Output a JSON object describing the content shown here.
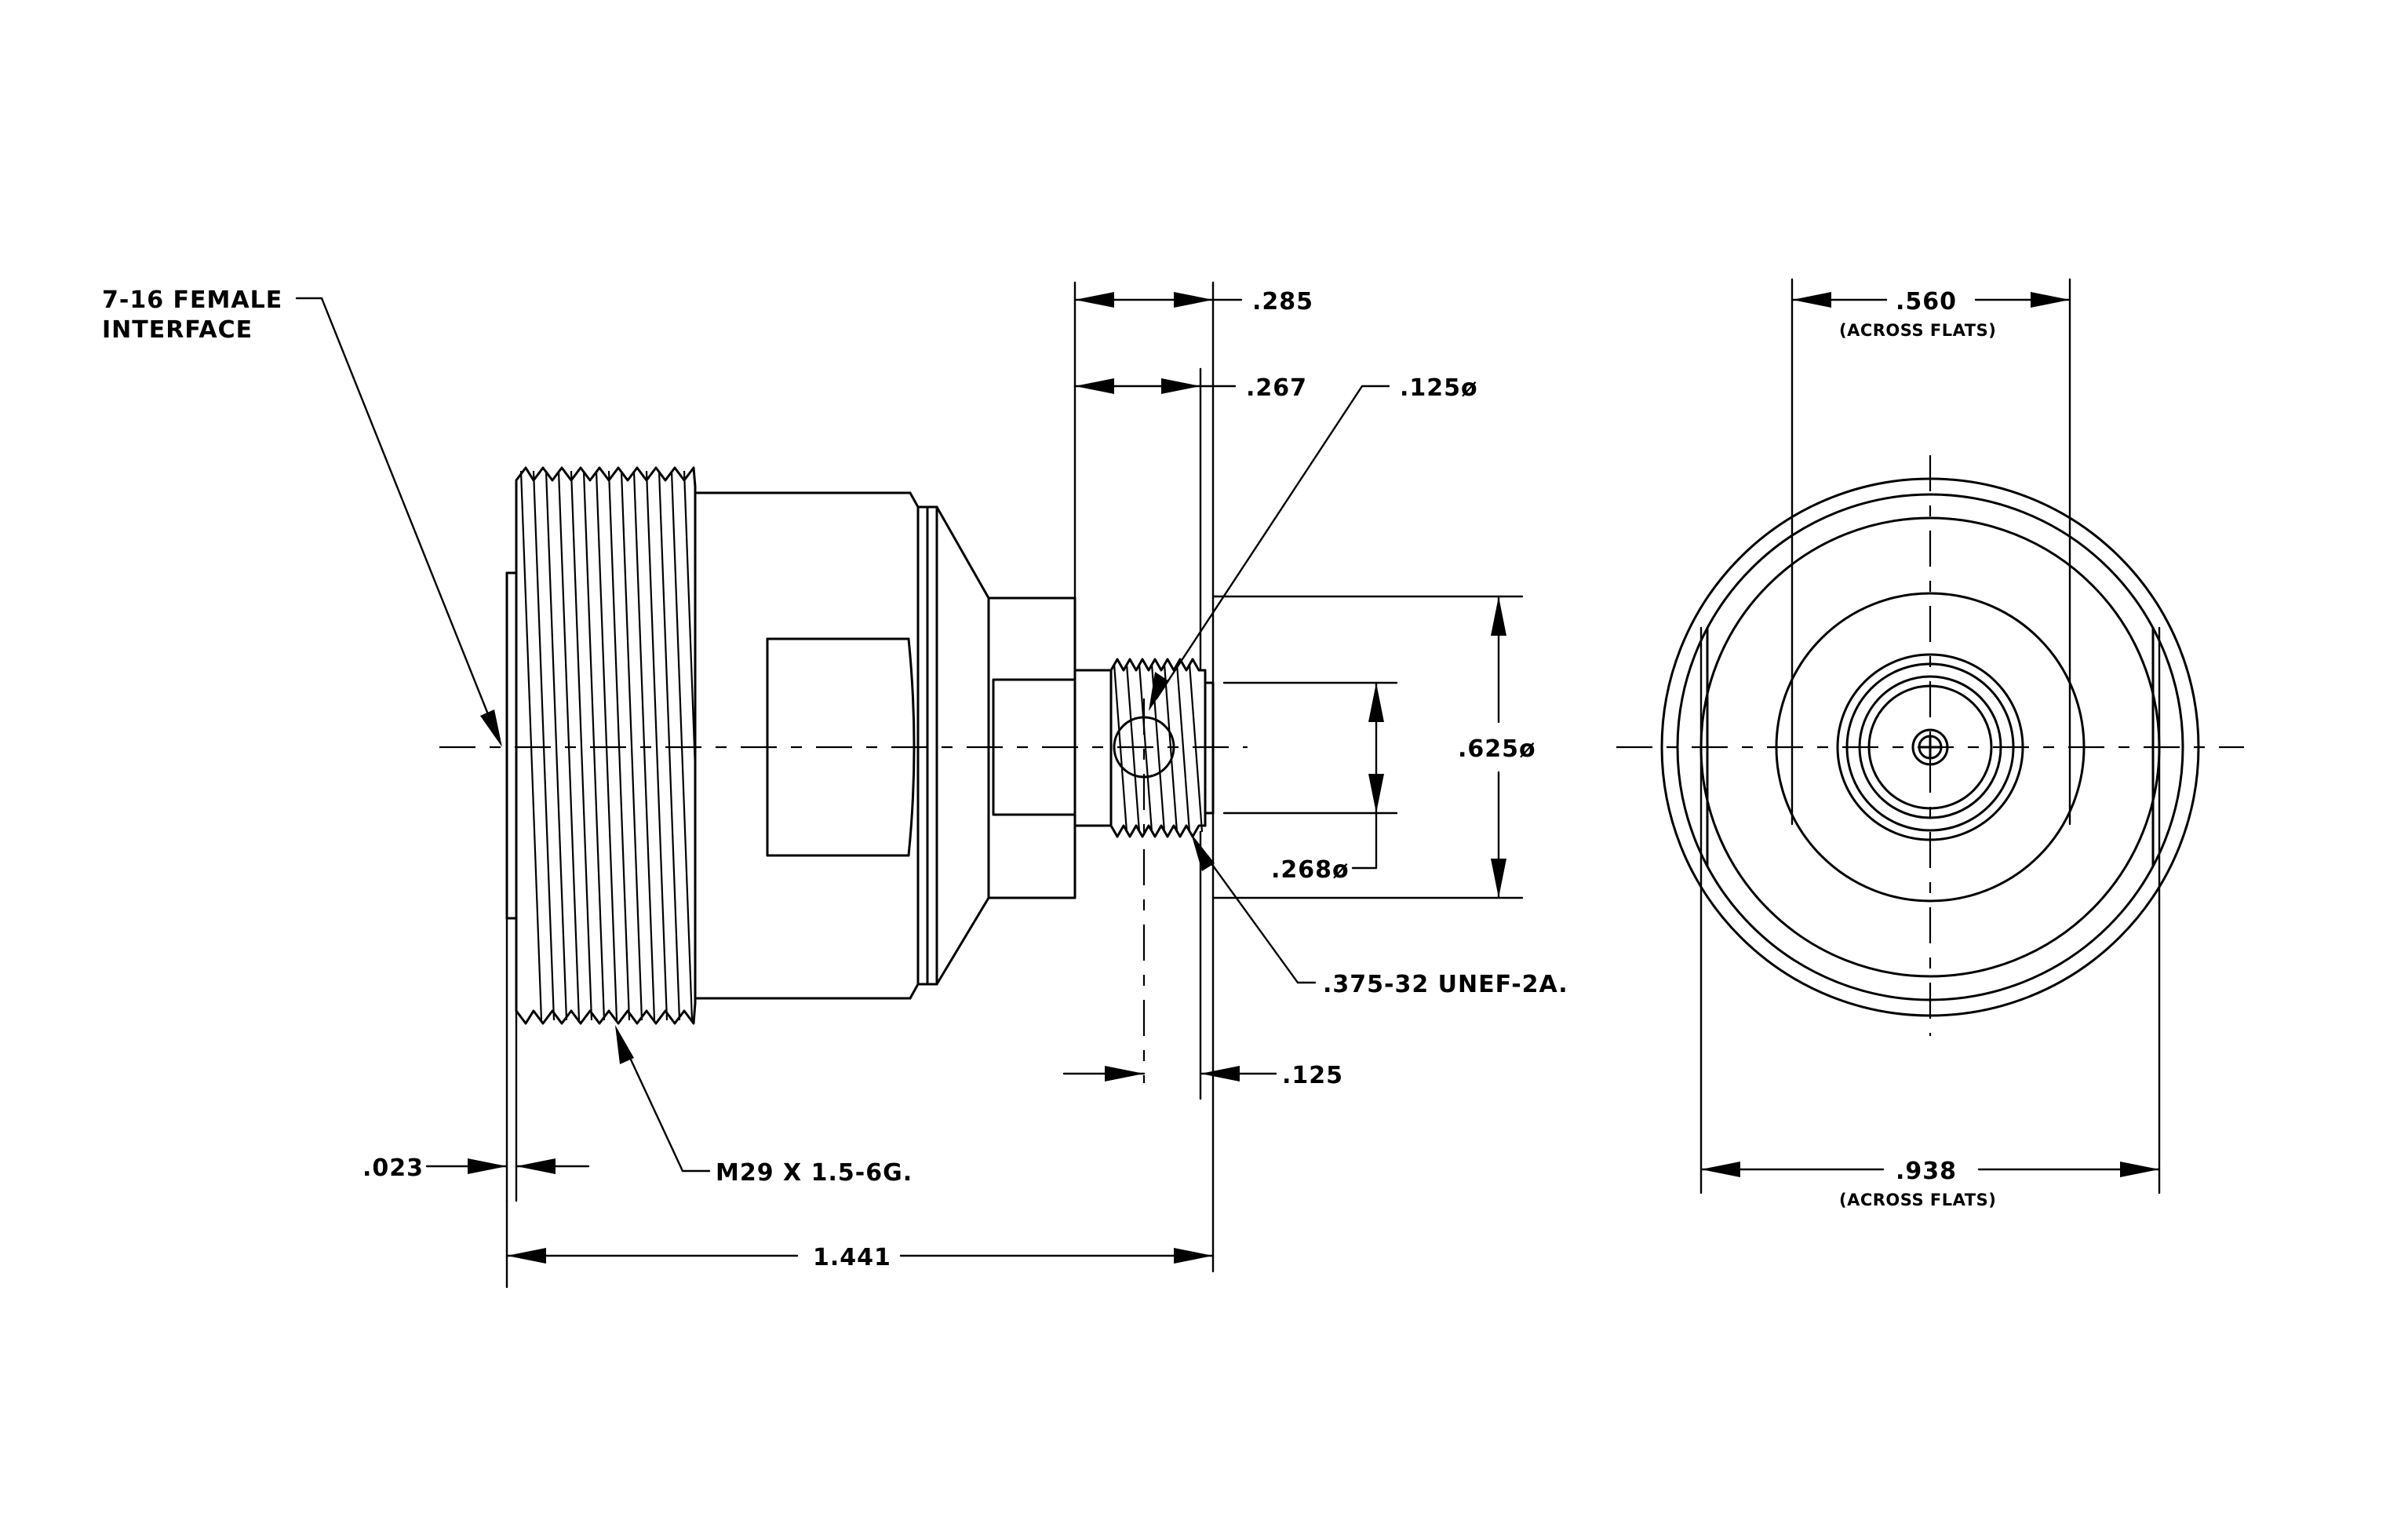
{
  "callouts": {
    "interface_line1": "7-16 FEMALE",
    "interface_line2": "INTERFACE",
    "metric_thread": "M29 X 1.5-6G.",
    "unef_thread": ".375-32 UNEF-2A.",
    "hole_dia": ".125ø"
  },
  "dimensions": {
    "d285": ".285",
    "d267": ".267",
    "d625": ".625ø",
    "d268": ".268ø",
    "d125": ".125",
    "d023": ".023",
    "d1441": "1.441",
    "d560": ".560",
    "d938": ".938"
  },
  "notes": {
    "across_flats_top": "(ACROSS FLATS)",
    "across_flats_bottom": "(ACROSS FLATS)"
  }
}
